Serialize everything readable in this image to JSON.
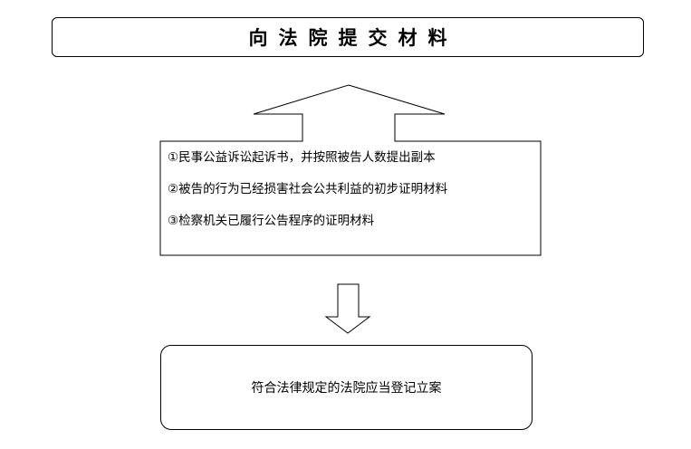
{
  "title": "向法院提交材料",
  "materials": [
    "①民事公益诉讼起诉书，并按照被告人数提出副本",
    "②被告的行为已经损害社会公共利益的初步证明材料",
    "③检察机关已履行公告程序的证明材料"
  ],
  "result": "符合法律规定的法院应当登记立案",
  "colors": {
    "stroke": "#000000",
    "background": "#ffffff"
  }
}
